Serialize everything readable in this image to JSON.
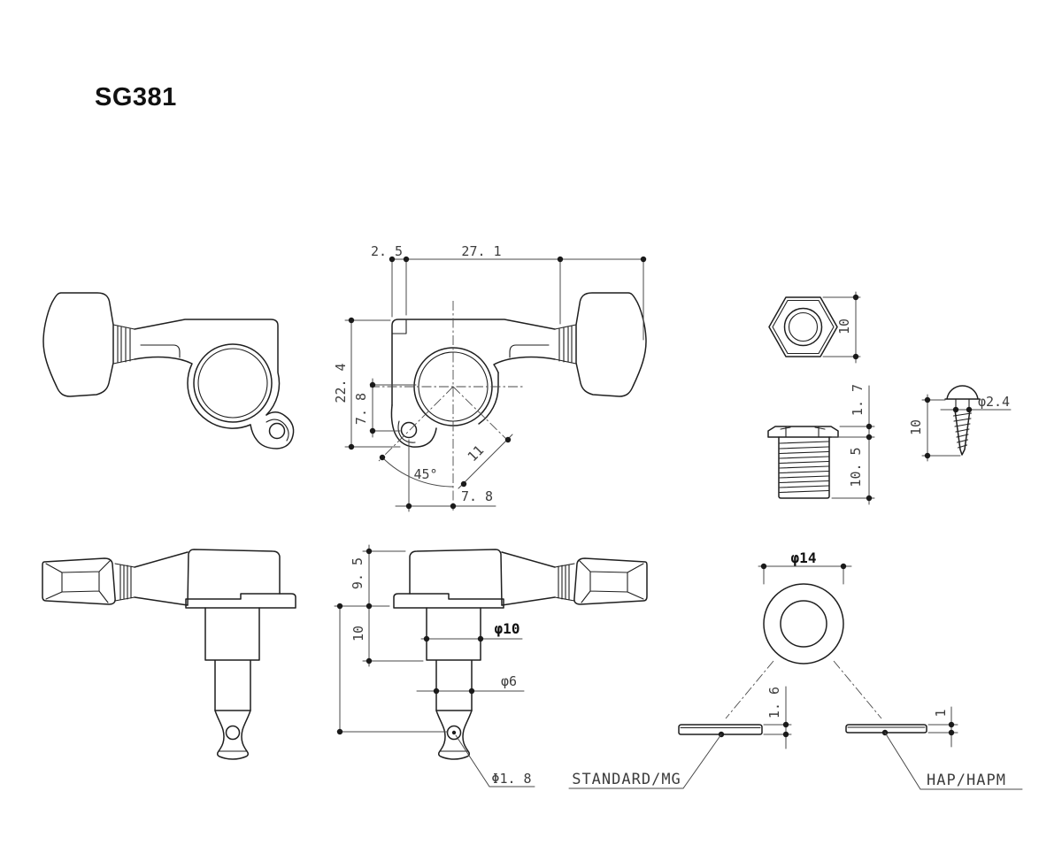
{
  "title": "SG381",
  "colors": {
    "line": "#1f1f1f",
    "dim_text": "#3d3d3d",
    "background": "#ffffff"
  },
  "dimensions": {
    "top_view": {
      "d2_5": "2. 5",
      "d27_1": "27. 1",
      "d22_4": "22. 4",
      "d7_8_vertical": "7. 8",
      "angle_45": "45°",
      "d11": "11",
      "d7_8_horizontal": "7. 8"
    },
    "nut": {
      "d10": "10"
    },
    "bushing": {
      "d1_7": "1. 7",
      "d10_5": "10. 5"
    },
    "screw": {
      "d10": "10",
      "dphi2_4": "φ2.4"
    },
    "front_view": {
      "d9_5": "9. 5",
      "d10": "10",
      "dphi10": "φ10",
      "dphi6": "φ6",
      "dphi1_8": "Φ1. 8"
    },
    "washer": {
      "dphi14": "φ14",
      "d1_6": "1. 6",
      "d1": "1",
      "label_standard": "STANDARD/MG",
      "label_hap": "HAP/HAPM"
    }
  }
}
